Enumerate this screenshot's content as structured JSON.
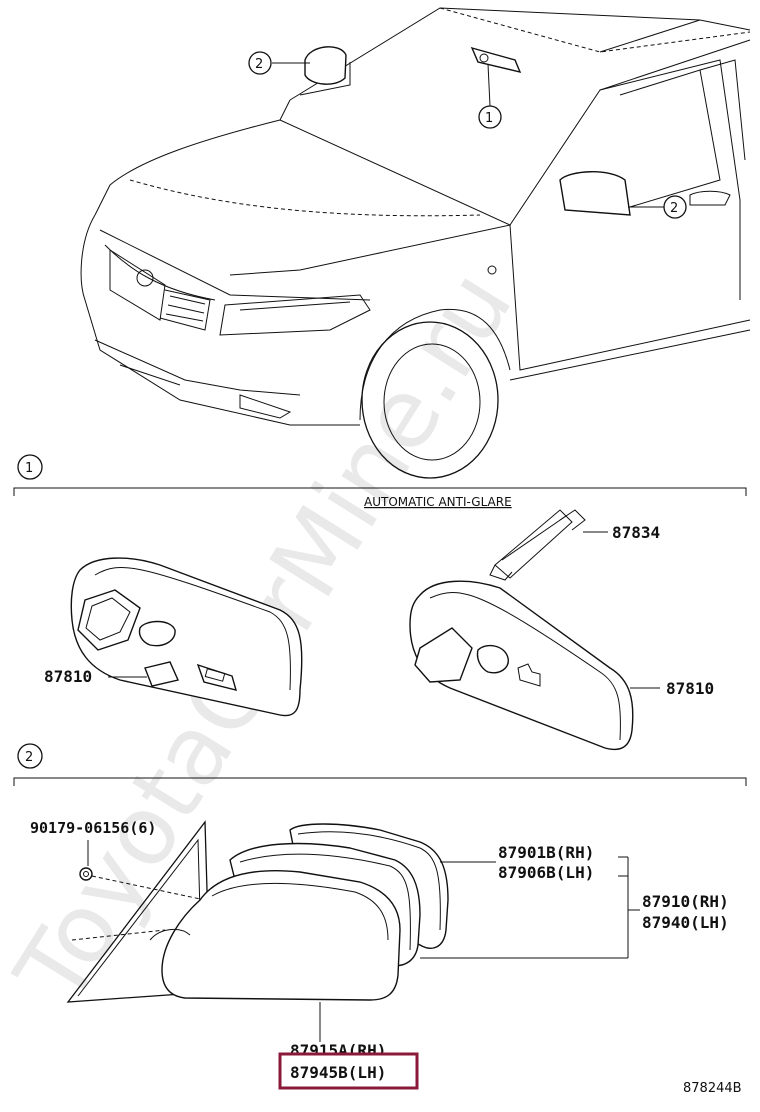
{
  "watermark": "ToyotaCarMine.ru",
  "callouts": {
    "one": "1",
    "two": "2"
  },
  "section1": {
    "number": "1",
    "header": "AUTOMATIC ANTI-GLARE",
    "parts": {
      "bracket": "87834",
      "mirror_left": "87810",
      "mirror_right": "87810"
    }
  },
  "section2": {
    "number": "2",
    "parts": {
      "screw": "90179-06156(6)",
      "cover_rh": "87901B(RH)",
      "cover_lh": "87906B(LH)",
      "assy_rh": "87910(RH)",
      "assy_lh": "87940(LH)",
      "outer_rh": "87915A(RH)",
      "outer_lh": "87945B(LH)"
    }
  },
  "diagram_id": "878244B",
  "highlight_color": "#8b1a3a"
}
